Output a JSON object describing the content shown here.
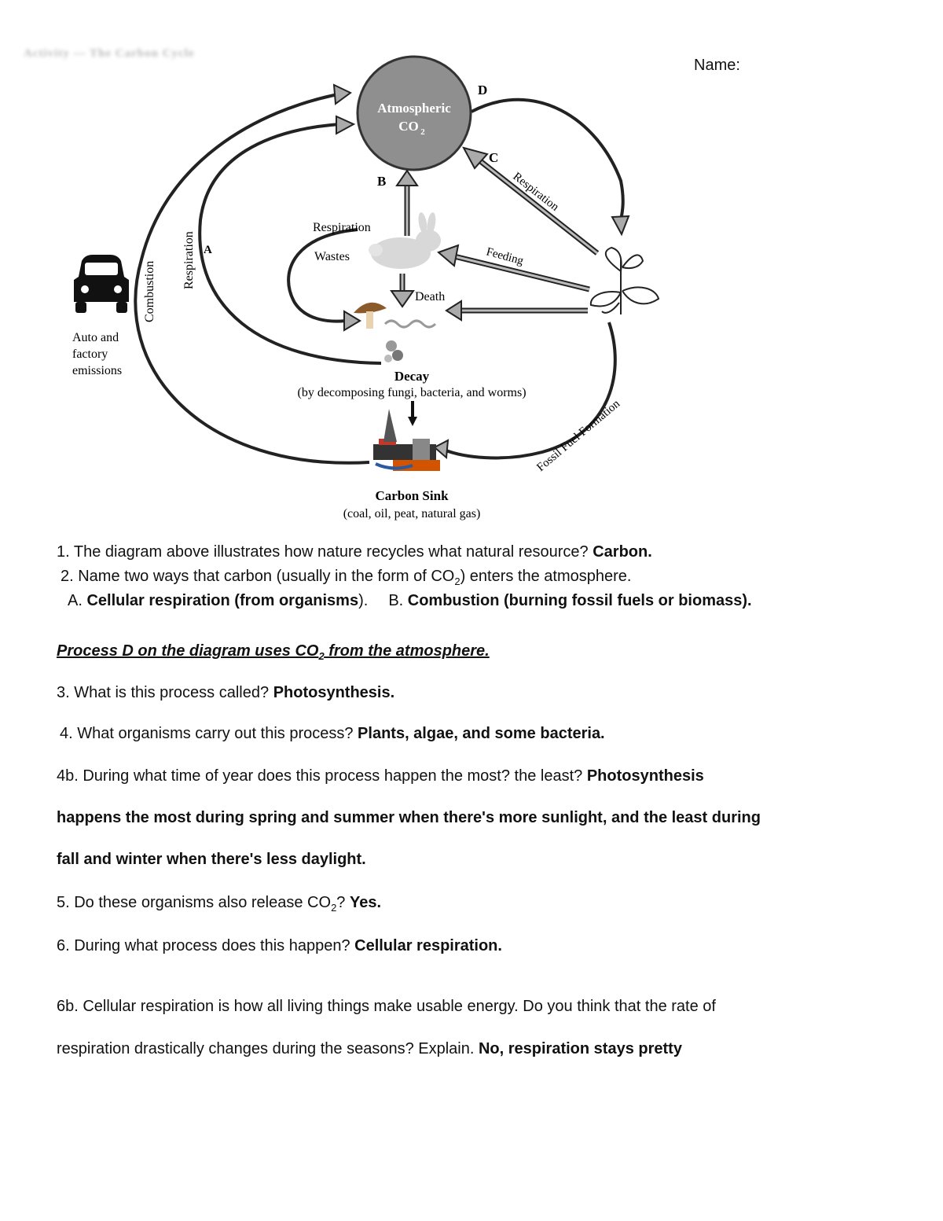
{
  "header": {
    "title_ghost": "Activity — The Carbon Cycle",
    "name_label": "Name:"
  },
  "diagram": {
    "atmosphere": {
      "line1": "Atmospheric",
      "line2": "CO",
      "sub": "2"
    },
    "letters": {
      "a": "A",
      "b": "B",
      "c": "C",
      "d": "D"
    },
    "labels": {
      "combustion": "Combustion",
      "respiration_left": "Respiration",
      "respiration_plant": "Respiration",
      "respiration_animal": "Respiration",
      "wastes": "Wastes",
      "feeding": "Feeding",
      "death": "Death",
      "decay_title": "Decay",
      "decay_sub": "(by decomposing fungi, bacteria, and worms)",
      "fossil_fuel": "Fossil Fuel Formation",
      "sink_title": "Carbon Sink",
      "sink_sub": "(coal, oil, peat, natural gas)",
      "auto1": "Auto and",
      "auto2": "factory",
      "auto3": "emissions"
    },
    "icons": [
      "car-icon",
      "rabbit-icon",
      "plant-icon",
      "mushroom-icon",
      "worm-icon",
      "bacteria-icon",
      "oil-rig-icon"
    ]
  },
  "questions": {
    "q1": {
      "text": "1. The diagram above illustrates how nature recycles what natural resource? ",
      "answer": "Carbon."
    },
    "q2": {
      "text_a": "2. Name two ways that carbon (usually in the form of CO",
      "sub": "2",
      "text_b": ") enters the atmosphere."
    },
    "q2_answers": {
      "a_prefix": "A. ",
      "a_answer": "Cellular respiration (from organisms",
      "a_suffix": ").",
      "b_prefix": "B. ",
      "b_answer": "Combustion (burning fossil fuels or biomass)."
    },
    "heading": {
      "text_a": "Process D on the diagram uses CO",
      "sub": "2",
      "text_b": " from the atmosphere."
    },
    "q3": {
      "text": "3. What is this process called? ",
      "answer": "Photosynthesis."
    },
    "q4": {
      "text": "4. What organisms carry out this process? ",
      "answer": "Plants, algae, and some bacteria."
    },
    "q4b": {
      "text": "4b. During what time of year does this process happen the most? the least? ",
      "answer_1": "Photosynthesis",
      "answer_2": "happens the most during spring and summer when there's more sunlight, and the least during",
      "answer_3": "fall and winter when there's less daylight."
    },
    "q5": {
      "text_a": "5. Do these organisms also release CO",
      "sub": "2",
      "text_b": "? ",
      "answer": "Yes."
    },
    "q6": {
      "text": "6. During what process does this happen? ",
      "answer": "Cellular respiration."
    },
    "q6b": {
      "line1": "6b. Cellular respiration is how all living things make usable energy. Do you think that the rate of",
      "line2": "respiration drastically changes during the seasons? Explain. ",
      "answer": "No, respiration stays pretty"
    }
  },
  "colors": {
    "atmosphere_fill": "#8f8f8f",
    "arrow_gray": "#777777",
    "text": "#111111"
  }
}
